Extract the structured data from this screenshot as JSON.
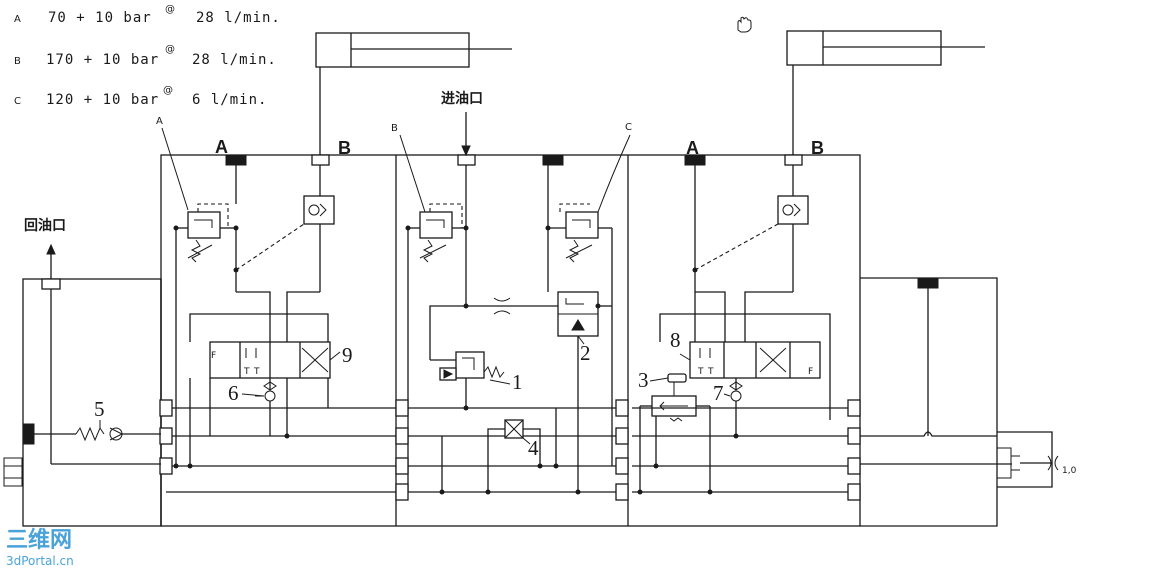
{
  "specs": [
    {
      "letter": "A",
      "text": "70 + 10 bar",
      "flow": "28 l/min."
    },
    {
      "letter": "B",
      "text": "170 + 10 bar",
      "flow": "28 l/min."
    },
    {
      "letter": "C",
      "text": "120 + 10 bar",
      "flow": "6 l/min."
    }
  ],
  "at_symbol": "@",
  "inlet_label": "进油口",
  "return_label": "回油口",
  "port_labels": {
    "a1": "A",
    "b1": "B",
    "a2": "A",
    "b2": "B"
  },
  "callouts": {
    "a": "A",
    "b": "B",
    "c": "C"
  },
  "numbers": {
    "n1": "1",
    "n2": "2",
    "n3": "3",
    "n4": "4",
    "n5": "5",
    "n6": "6",
    "n7": "7",
    "n8": "8",
    "n9": "9"
  },
  "orifice_label": "1,0",
  "watermark": {
    "logo": "三维网",
    "site": "3dPortal.cn"
  },
  "colors": {
    "line": "#1a1a1a",
    "watermark": "#4aa3d8"
  }
}
